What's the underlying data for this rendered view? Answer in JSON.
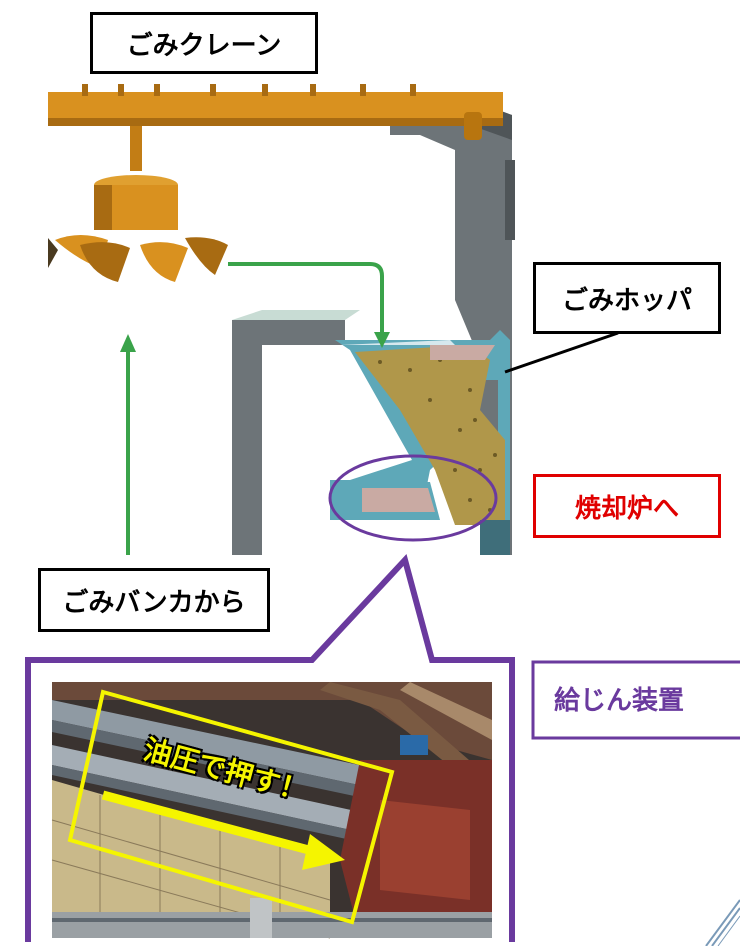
{
  "labels": {
    "crane": "ごみクレーン",
    "hopper": "ごみホッパ",
    "to_incinerator": "焼却炉へ",
    "from_bunker": "ごみバンカから",
    "feeder": "給じん装置",
    "photo_caption": "油圧で押す！"
  },
  "colors": {
    "crane": "#d9911f",
    "arrow": "#3aa34a",
    "callout": "#6a3a9e",
    "incinerator_text": "#e00000",
    "incinerator_border": "#e00000",
    "photo_highlight": "#f5f500"
  }
}
